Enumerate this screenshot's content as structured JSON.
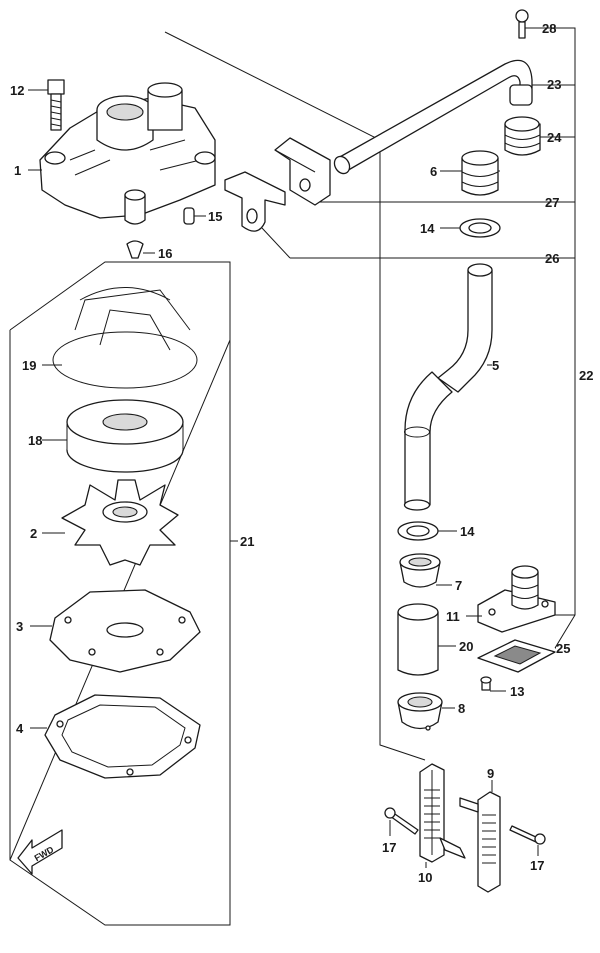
{
  "diagram": {
    "callouts": {
      "c1": "1",
      "c2": "2",
      "c3": "3",
      "c4": "4",
      "c5": "5",
      "c6": "6",
      "c7": "7",
      "c8": "8",
      "c9": "9",
      "c10": "10",
      "c11": "11",
      "c12": "12",
      "c13": "13",
      "c14a": "14",
      "c14b": "14",
      "c15": "15",
      "c16": "16",
      "c17a": "17",
      "c17b": "17",
      "c18": "18",
      "c19": "19",
      "c20": "20",
      "c21": "21",
      "c22": "22",
      "c23": "23",
      "c24": "24",
      "c25": "25",
      "c26": "26",
      "c27": "27",
      "c28": "28"
    },
    "fwd_label": "FWD"
  }
}
